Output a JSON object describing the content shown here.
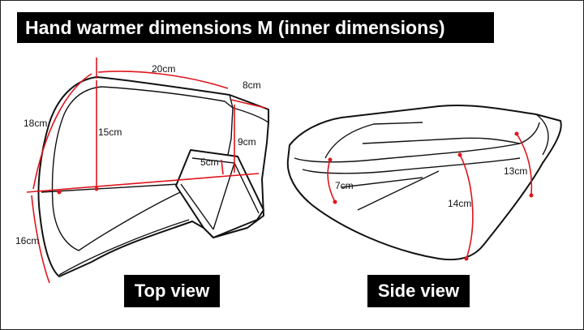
{
  "title": "Hand warmer dimensions M (inner dimensions)",
  "views": {
    "top": "Top view",
    "side": "Side view"
  },
  "dimensions": {
    "top_width": "20cm",
    "top_cuff": "8cm",
    "top_left_upper": "18cm",
    "top_inner_height": "15cm",
    "top_right_height": "9cm",
    "top_opening": "5cm",
    "top_left_lower": "16cm",
    "side_right": "13cm",
    "side_left": "7cm",
    "side_center": "14cm"
  },
  "colors": {
    "dimension_lines": "#e0141c",
    "label_background": "#000000",
    "label_text": "#ffffff"
  }
}
